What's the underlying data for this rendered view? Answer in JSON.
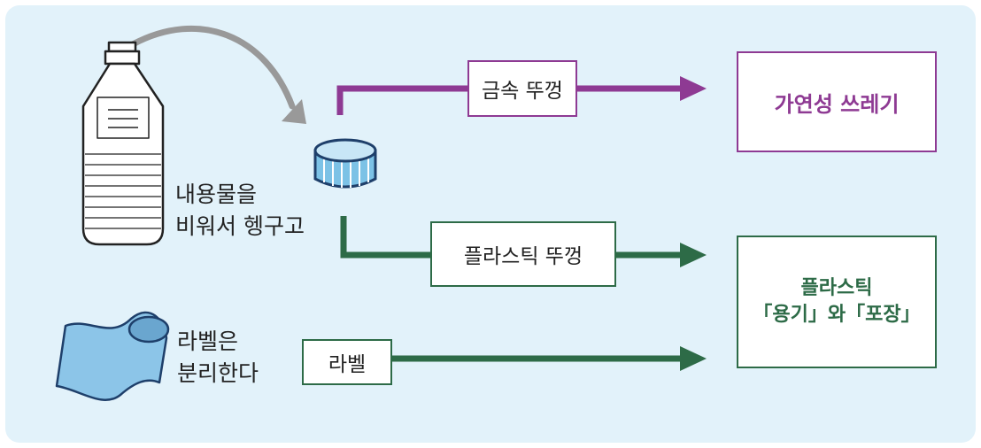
{
  "colors": {
    "background": "#e2f2fa",
    "purple": "#8e3a93",
    "green": "#2d6b47",
    "curve_arrow": "#999999",
    "label_blue": "#8cc5e8",
    "cap_blue": "#7cc2e6"
  },
  "icons": [
    "pet-bottle-icon",
    "bottle-cap-icon",
    "label-sheet-icon",
    "curved-arrow-icon"
  ],
  "bottle_caption": {
    "line1": "내용물을",
    "line2": "비워서 헹구고"
  },
  "label_caption": {
    "line1": "라벨은",
    "line2": "분리한다"
  },
  "flows": {
    "metal_cap": "금속 뚜껑",
    "plastic_cap": "플라스틱 뚜껑",
    "label": "라벨"
  },
  "destinations": {
    "burnable": "가연성 쓰레기",
    "plastic": {
      "line1": "플라스틱",
      "line2": "「용기」와「포장」"
    }
  }
}
